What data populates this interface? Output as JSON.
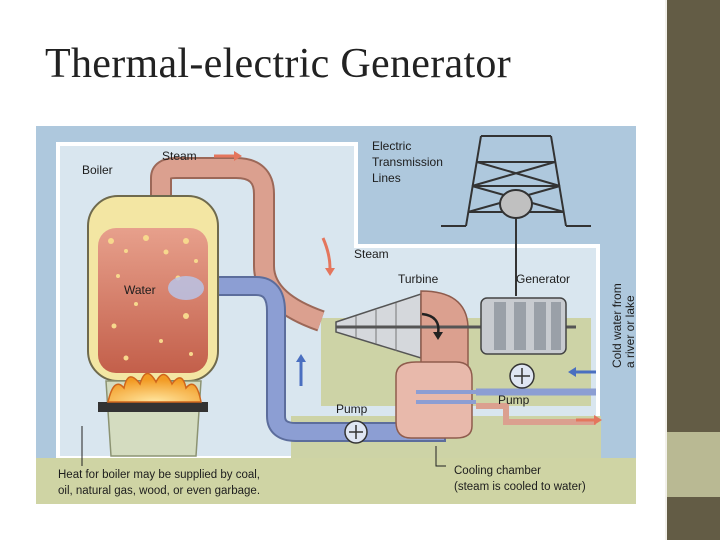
{
  "slide": {
    "title": "Thermal-electric Generator"
  },
  "diagram": {
    "labels": {
      "boiler": "Boiler",
      "steam_top": "Steam",
      "steam_mid": "Steam",
      "water": "Water",
      "turbine": "Turbine",
      "generator": "Generator",
      "electric_1": "Electric",
      "electric_2": "Transmission",
      "electric_3": "Lines",
      "pump_left": "Pump",
      "pump_right": "Pump",
      "cold_water_1": "Cold water from",
      "cold_water_2": "a river or lake",
      "heat_1": "Heat for boiler may be supplied by coal,",
      "heat_2": "oil, natural gas, wood, or even garbage.",
      "cooling_1": "Cooling chamber",
      "cooling_2": "(steam is cooled to water)"
    },
    "colors": {
      "background": "#aec8dd",
      "building_wall": "#d9e6ef",
      "floor": "#cdd3a6",
      "boiler_water": "#c96c57",
      "steam_pipe": "#dba08f",
      "water_pipe": "#8c9ed3",
      "fire": "#f2a12c"
    }
  }
}
